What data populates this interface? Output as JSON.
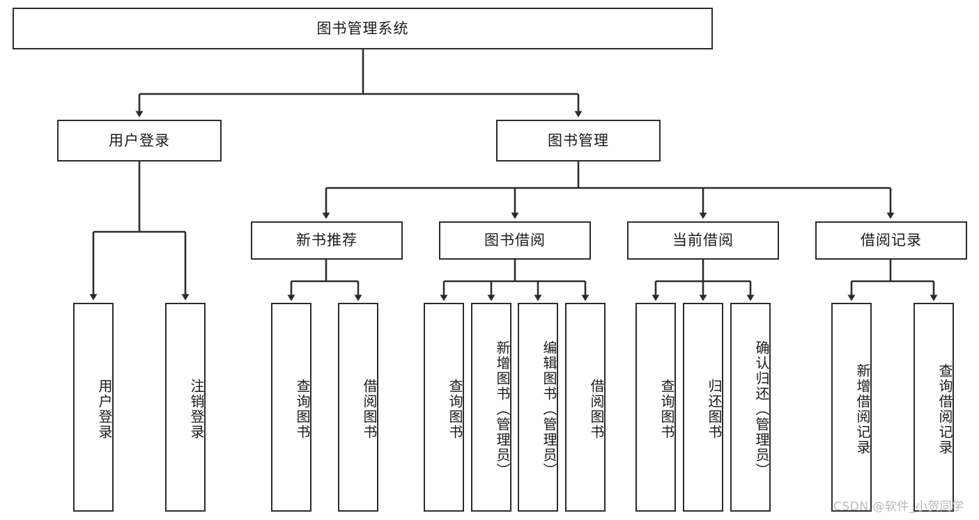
{
  "diagram": {
    "title": "图书管理系统",
    "type": "tree-hierarchy-chart",
    "orientation": "top-down",
    "colors": {
      "box_border": "#2b2b2b",
      "box_fill": "#ffffff",
      "connector": "#2b2b2b",
      "background": "#ffffff",
      "watermark": "#b9b9b9"
    }
  },
  "watermark": {
    "text": "CSDN @软件_小贺同学"
  },
  "nodes": {
    "root": {
      "label": "图书管理系统"
    },
    "level1": [
      {
        "id": "user-login",
        "label": "用户登录"
      },
      {
        "id": "book-manage",
        "label": "图书管理"
      }
    ],
    "level2": [
      {
        "id": "new-book-recommend",
        "label": "新书推荐"
      },
      {
        "id": "book-borrow",
        "label": "图书借阅"
      },
      {
        "id": "current-borrow",
        "label": "当前借阅"
      },
      {
        "id": "borrow-record",
        "label": "借阅记录"
      }
    ],
    "leaves": {
      "user_login": [
        {
          "id": "leaf-user-login",
          "label": "用户登录"
        },
        {
          "id": "leaf-user-logout",
          "label": "注销登录"
        }
      ],
      "new_book_recommend": [
        {
          "id": "leaf-query-book-1",
          "label": "查询图书"
        },
        {
          "id": "leaf-borrow-book-1",
          "label": "借阅图书"
        }
      ],
      "book_borrow": [
        {
          "id": "leaf-query-book-2",
          "label": "查询图书"
        },
        {
          "id": "leaf-add-book",
          "label": "新增图书（管理员）"
        },
        {
          "id": "leaf-edit-book",
          "label": "编辑图书（管理员）"
        },
        {
          "id": "leaf-borrow-book-2",
          "label": "借阅图书"
        }
      ],
      "current_borrow": [
        {
          "id": "leaf-query-book-3",
          "label": "查询图书"
        },
        {
          "id": "leaf-return-book",
          "label": "归还图书"
        },
        {
          "id": "leaf-confirm-return",
          "label": "确认归还（管理员）"
        }
      ],
      "borrow_record": [
        {
          "id": "leaf-add-record",
          "label": "新增借阅记录"
        },
        {
          "id": "leaf-query-record",
          "label": "查询借阅记录"
        }
      ]
    }
  }
}
